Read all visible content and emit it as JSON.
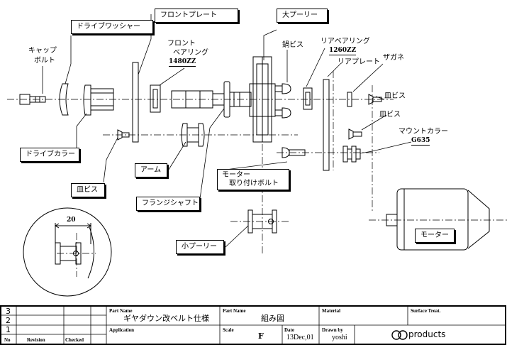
{
  "labels": {
    "front_plate": "フロントプレート",
    "big_pulley": "大プーリー",
    "drive_washer": "ドライブワッシャー",
    "cap_bolt_1": "キャップ",
    "cap_bolt_2": "ボルト",
    "front_bearing_1": "フロント",
    "front_bearing_2": "ベアリング",
    "front_bearing_model": "1480ZZ",
    "pan_screw": "鍋ビス",
    "rear_bearing": "リアベアリング",
    "rear_bearing_model": "1260ZZ",
    "rear_plate": "リアプレート",
    "washer": "ザガネ",
    "flat_screw_1": "皿ビス",
    "flat_screw_2": "皿ビス",
    "flat_screw_3": "皿ビス",
    "mount_collar": "マウントカラー",
    "mount_collar_model": "G635",
    "drive_collar": "ドライブカラー",
    "arm": "アーム",
    "motor_bolt_1": "モーター",
    "motor_bolt_2": "取り付けボルト",
    "flange_shaft": "フランジシャフト",
    "small_pulley": "小プーリー",
    "motor": "モーター",
    "detail_dim": "20"
  },
  "title_block": {
    "revision_rows": [
      "3",
      "2",
      "1"
    ],
    "no_header": "No",
    "revision_header": "Revision",
    "checked_header": "Checked",
    "part_name_header": "Part Name",
    "part_name_value": "ギヤダウン改ベルト仕様",
    "application_header": "Application",
    "part_name2_header": "Part Name",
    "part_name2_value": "組み図",
    "scale_header": "Scale",
    "scale_value": "F",
    "date_header": "Date",
    "date_value": "13Dec,01",
    "material_header": "Material",
    "drawn_by_header": "Drawn by",
    "drawn_by_value": "yoshi",
    "surface_treat_header": "Surface Treat.",
    "logo_text": "products"
  }
}
